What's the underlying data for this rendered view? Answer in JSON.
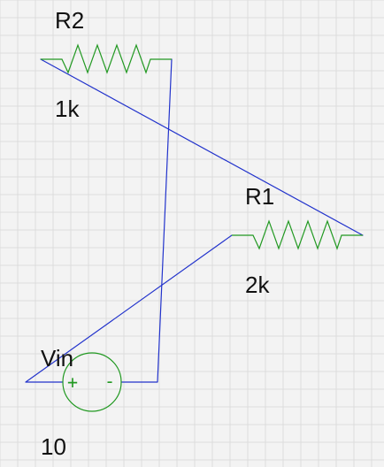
{
  "colors": {
    "background": "#f3f3f3",
    "grid": "#dcdcdc",
    "wire": "#2233cc",
    "component": "#229922",
    "label": "#111111"
  },
  "components": {
    "r2": {
      "name": "R2",
      "value": "1k"
    },
    "r1": {
      "name": "R1",
      "value": "2k"
    },
    "vin": {
      "name": "Vin",
      "value": "10",
      "plus": "+",
      "minus": "-"
    }
  }
}
